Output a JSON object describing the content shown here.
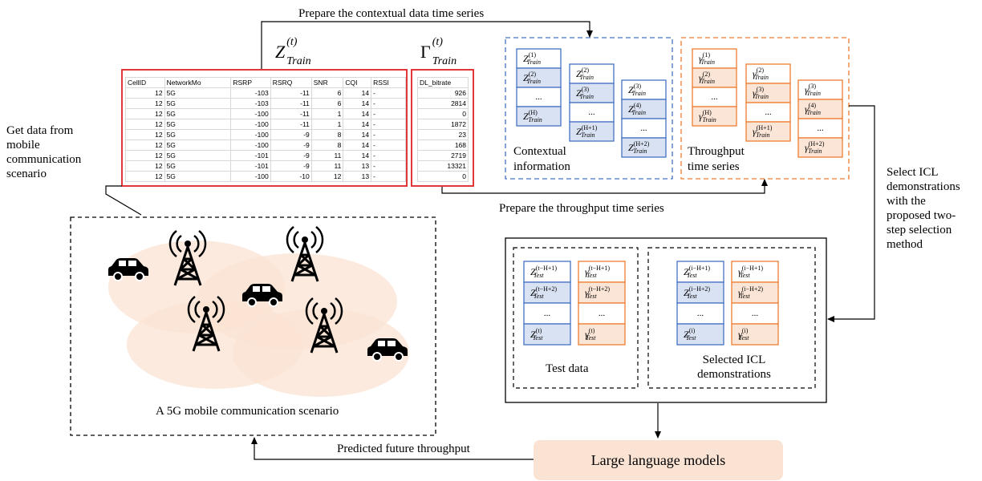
{
  "arrows": {
    "prepare_context": "Prepare the contextual data time series",
    "prepare_throughput": "Prepare the throughput time series",
    "get_data_lines": [
      "Get data from",
      "mobile",
      "communication",
      "scenario"
    ],
    "select_icl_lines": [
      "Select ICL",
      "demonstrations",
      "with the",
      "proposed two-",
      "step selection",
      "method"
    ],
    "predicted": "Predicted future throughput"
  },
  "labels": {
    "z_train": "Z",
    "gamma_train": "Γ",
    "sup_t": "(t)",
    "sub_train": "Train"
  },
  "table": {
    "headers": [
      "CellID",
      "NetworkMo",
      "RSRP",
      "RSRQ",
      "SNR",
      "CQI",
      "RSSI"
    ],
    "rows": [
      [
        "12",
        "5G",
        "-103",
        "-11",
        "6",
        "14",
        "-"
      ],
      [
        "12",
        "5G",
        "-103",
        "-11",
        "6",
        "14",
        "-"
      ],
      [
        "12",
        "5G",
        "-100",
        "-11",
        "1",
        "14",
        "-"
      ],
      [
        "12",
        "5G",
        "-100",
        "-11",
        "1",
        "14",
        "-"
      ],
      [
        "12",
        "5G",
        "-100",
        "-9",
        "8",
        "14",
        "-"
      ],
      [
        "12",
        "5G",
        "-100",
        "-9",
        "8",
        "14",
        "-"
      ],
      [
        "12",
        "5G",
        "-101",
        "-9",
        "11",
        "14",
        "-"
      ],
      [
        "12",
        "5G",
        "-101",
        "-9",
        "11",
        "13",
        "-"
      ],
      [
        "12",
        "5G",
        "-100",
        "-10",
        "12",
        "13",
        "-"
      ]
    ],
    "bitrate_header": "DL_bitrate",
    "bitrate": [
      "926",
      "2814",
      "0",
      "1872",
      "23",
      "168",
      "2719",
      "13321",
      "0"
    ]
  },
  "contextual": {
    "title_lines": [
      "Contextual",
      "information"
    ],
    "col1": [
      "Z(1)Train",
      "Z(2)Train",
      "...",
      "Z(H)Train"
    ],
    "col2": [
      "Z(2)Train",
      "Z(3)Train",
      "...",
      "Z(H+1)Train"
    ],
    "col3": [
      "Z(3)Train",
      "Z(4)Train",
      "...",
      "Z(H+2)Train"
    ]
  },
  "throughput": {
    "title_lines": [
      "Throughput",
      "time series"
    ],
    "col1": [
      "γ(1)Train",
      "γ(2)Train",
      "...",
      "γ(H)Train"
    ],
    "col2": [
      "γ(2)Train",
      "γ(3)Train",
      "...",
      "γ(H+1)Train"
    ],
    "col3": [
      "γ(3)Train",
      "γ(4)Train",
      "...",
      "γ(H+2)Train"
    ]
  },
  "test": {
    "title": "Test data",
    "z": [
      "Z(t−H+1)Test",
      "Z(t−H+2)Test",
      "...",
      "Z(t)Test"
    ],
    "g": [
      "γ(t−H+1)Test",
      "γ(t−H+2)Test",
      "...",
      "γ(t)Test"
    ]
  },
  "icl": {
    "title_lines": [
      "Selected ICL",
      "demonstrations"
    ],
    "z": [
      "Z(i−H+1)Test",
      "Z(i−H+2)Test",
      "...",
      "Z(i)Test"
    ],
    "g": [
      "γ(i−H+1)Test",
      "γ(i−H+2)Test",
      "...",
      "γ(i)Test"
    ]
  },
  "scenario_title": "A 5G mobile communication scenario",
  "llm": "Large language models",
  "colors": {
    "red": "#e02020",
    "blue": "#4472c4",
    "blue_fill": "#d9e2f3",
    "orange": "#ed7d31",
    "orange_fill": "#fbe5d6",
    "ellipse": "#fbe3d3",
    "llm_fill": "#fbe3d3"
  }
}
